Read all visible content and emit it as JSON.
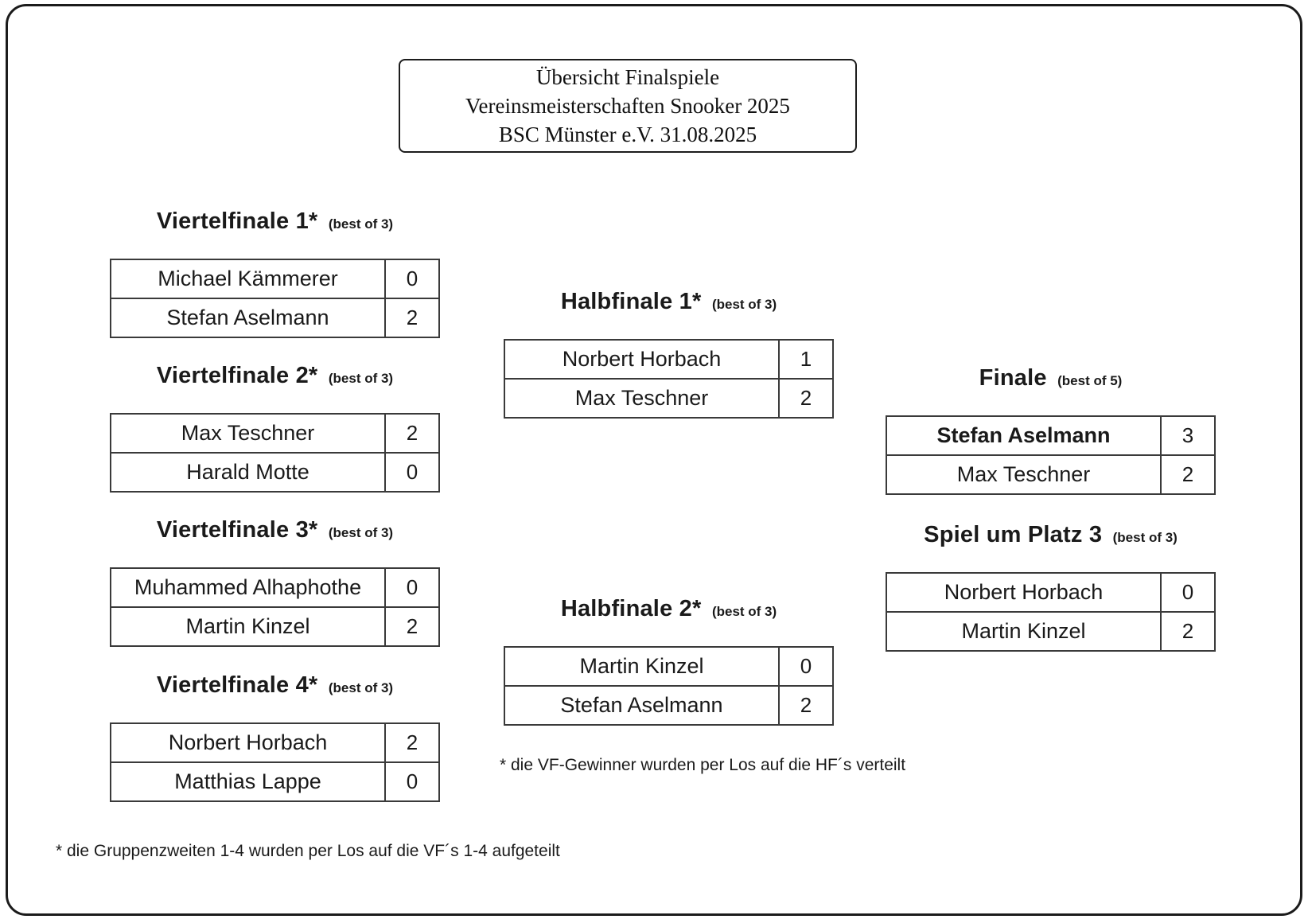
{
  "colors": {
    "ink": "#1a1a1a",
    "border": "#3a3a3a",
    "background": "#ffffff"
  },
  "title_box": {
    "line1": "Übersicht Finalspiele",
    "line2": "Vereinsmeisterschaften Snooker 2025",
    "line3": "BSC Münster e.V. 31.08.2025"
  },
  "matches": [
    {
      "title": "Viertelfinale 1*",
      "format": "(best of 3)",
      "rows": [
        {
          "player": "Michael Kämmerer",
          "score": "0"
        },
        {
          "player": "Stefan Aselmann",
          "score": "2"
        }
      ]
    },
    {
      "title": "Viertelfinale 2*",
      "format": "(best of 3)",
      "rows": [
        {
          "player": "Max Teschner",
          "score": "2"
        },
        {
          "player": "Harald Motte",
          "score": "0"
        }
      ]
    },
    {
      "title": "Viertelfinale 3*",
      "format": "(best of 3)",
      "rows": [
        {
          "player": "Muhammed Alhaphothe",
          "score": "0"
        },
        {
          "player": "Martin Kinzel",
          "score": "2"
        }
      ]
    },
    {
      "title": "Viertelfinale 4*",
      "format": "(best of 3)",
      "rows": [
        {
          "player": "Norbert Horbach",
          "score": "2"
        },
        {
          "player": "Matthias Lappe",
          "score": "0"
        }
      ]
    },
    {
      "title": "Halbfinale 1*",
      "format": "(best of 3)",
      "rows": [
        {
          "player": "Norbert Horbach",
          "score": "1"
        },
        {
          "player": "Max Teschner",
          "score": "2"
        }
      ]
    },
    {
      "title": "Halbfinale 2*",
      "format": "(best of 3)",
      "rows": [
        {
          "player": "Martin Kinzel",
          "score": "0"
        },
        {
          "player": "Stefan Aselmann",
          "score": "2"
        }
      ]
    },
    {
      "title": "Finale",
      "format": "(best of 5)",
      "rows": [
        {
          "player": "Stefan Aselmann",
          "score": "3"
        },
        {
          "player": "Max Teschner",
          "score": "2"
        }
      ]
    },
    {
      "title": "Spiel um Platz 3",
      "format": "(best of 3)",
      "rows": [
        {
          "player": "Norbert Horbach",
          "score": "0"
        },
        {
          "player": "Martin Kinzel",
          "score": "2"
        }
      ]
    }
  ],
  "footnotes": {
    "semifinal_note": "* die VF-Gewinner wurden per Los auf die HF´s verteilt",
    "quarterfinal_note": "* die Gruppenzweiten 1-4 wurden per Los auf die VF´s 1-4 aufgeteilt"
  }
}
